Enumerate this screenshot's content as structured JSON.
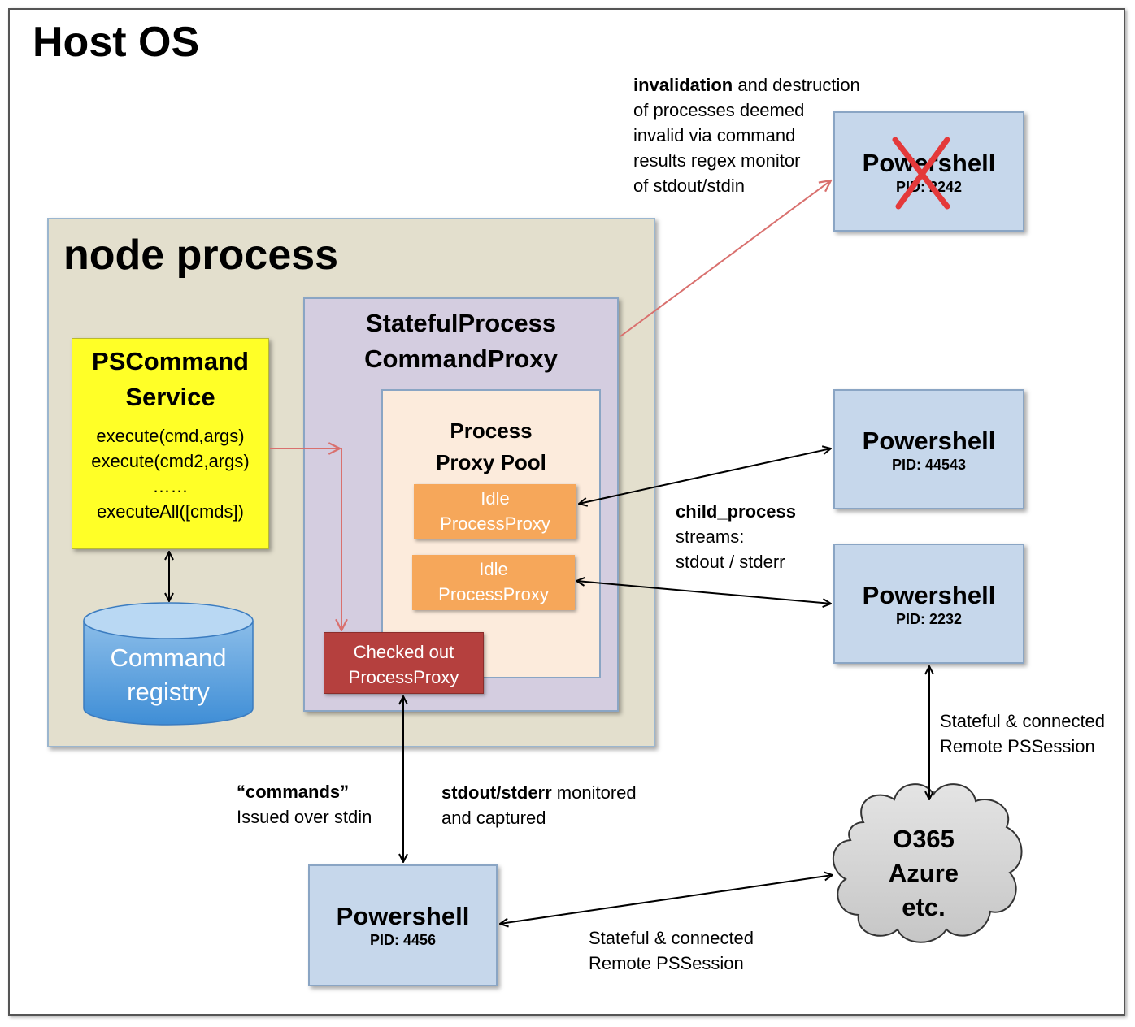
{
  "host": {
    "title": "Host OS"
  },
  "node": {
    "title": "node process"
  },
  "ps_command_service": {
    "title_line1": "PSCommand",
    "title_line2": "Service",
    "methods": [
      "execute(cmd,args)",
      "execute(cmd2,args)",
      "……",
      "executeAll([cmds])"
    ]
  },
  "command_registry": {
    "line1": "Command",
    "line2": "registry"
  },
  "stateful_proxy": {
    "line1": "StatefulProcess",
    "line2": "CommandProxy"
  },
  "pool": {
    "line1": "Process",
    "line2": "Proxy Pool",
    "idle": [
      {
        "line1": "Idle",
        "line2": "ProcessProxy"
      },
      {
        "line1": "Idle",
        "line2": "ProcessProxy"
      }
    ],
    "checked_out": {
      "line1": "Checked out",
      "line2": "ProcessProxy"
    }
  },
  "powershells": [
    {
      "name": "Powershell",
      "pid": "PID: 2242"
    },
    {
      "name": "Powershell",
      "pid": "PID: 44543"
    },
    {
      "name": "Powershell",
      "pid": "PID: 2232"
    },
    {
      "name": "Powershell",
      "pid": "PID: 4456"
    }
  ],
  "cloud": {
    "line1": "O365",
    "line2": "Azure",
    "line3": "etc."
  },
  "labels": {
    "invalidation_bold": "invalidation",
    "invalidation_rest": " and destruction",
    "invalidation_lines": [
      "of processes deemed",
      "invalid via command",
      "results regex monitor",
      "of stdout/stdin"
    ],
    "child_process_bold": "child_process",
    "child_process_lines": [
      "streams:",
      "stdout / stderr"
    ],
    "remote_session_right": [
      "Stateful & connected",
      "Remote PSSession"
    ],
    "commands_bold": "“commands”",
    "commands_line": "Issued over stdin",
    "stdout_bold": "stdout/stderr",
    "stdout_rest": " monitored",
    "stdout_line2": "and captured",
    "remote_session_bottom": [
      "Stateful & connected",
      "Remote PSSession"
    ]
  },
  "colors": {
    "accent_red": "#e4393a",
    "service_yellow": "#ffff27",
    "idle_orange": "#f6a75a",
    "checked_red": "#b5403e",
    "powershell_blue": "#c6d7eb"
  }
}
